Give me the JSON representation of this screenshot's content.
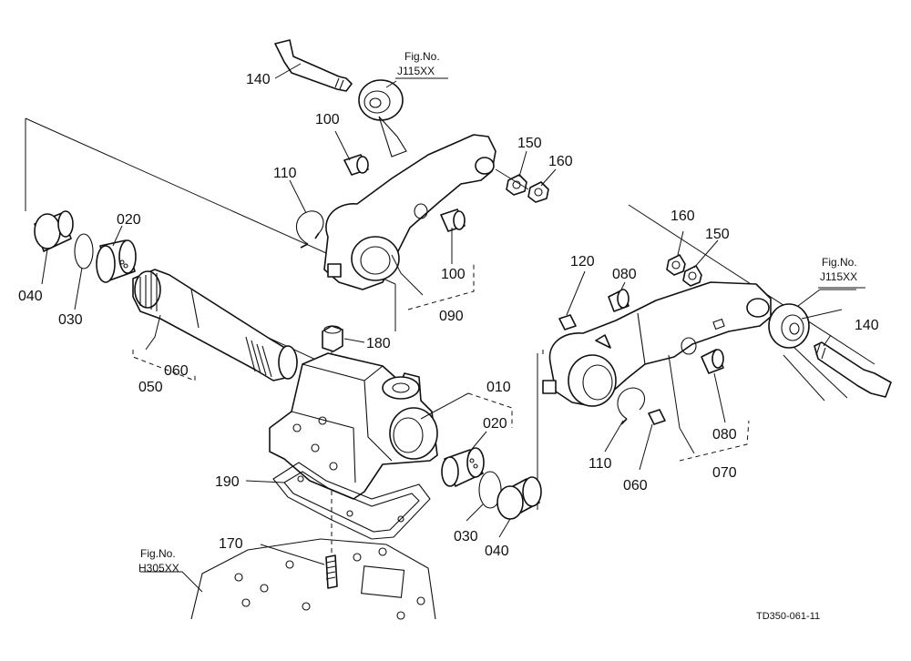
{
  "parts": {
    "p140_top": "140",
    "p100_top": "100",
    "p150_top": "150",
    "p160_top": "160",
    "p110_left": "110",
    "p100_mid": "100",
    "p090": "090",
    "p020_left": "020",
    "p040_left": "040",
    "p030_left": "030",
    "p060_left": "060",
    "p050": "050",
    "p180": "180",
    "p010": "010",
    "p020_right": "020",
    "p190": "190",
    "p170": "170",
    "p030_right": "030",
    "p040_right": "040",
    "p120": "120",
    "p080_top": "080",
    "p160_right": "160",
    "p150_right": "150",
    "p140_right": "140",
    "p110_right": "110",
    "p060_right": "060",
    "p080_bottom": "080",
    "p070": "070"
  },
  "refs": {
    "fig_top_title": "Fig.No.",
    "fig_top_code": "J115XX",
    "fig_right_title": "Fig.No.",
    "fig_right_code": "J115XX",
    "fig_bottom_title": "Fig.No.",
    "fig_bottom_code": "H305XX"
  },
  "drawing_code": "TD350-061-11"
}
